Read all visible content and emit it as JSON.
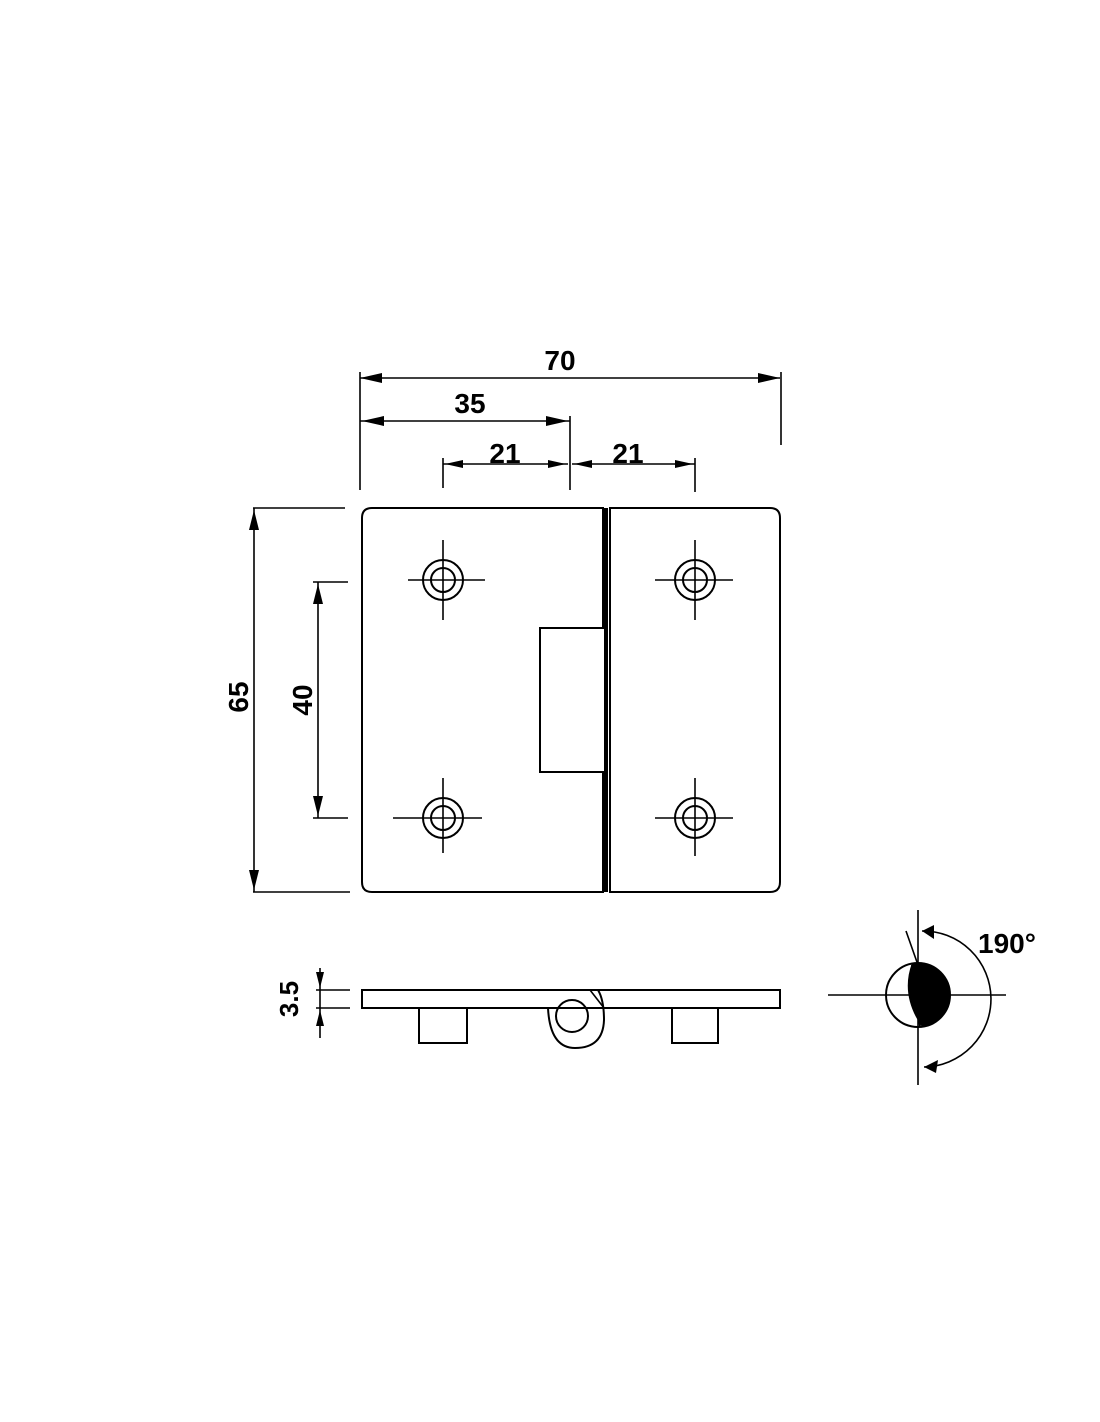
{
  "dimensions": {
    "overall_width": "70",
    "half_width": "35",
    "left_hole_offset": "21",
    "right_hole_offset": "21",
    "overall_height": "65",
    "hole_spacing": "40",
    "thickness": "3.5",
    "opening_angle": "190°"
  }
}
